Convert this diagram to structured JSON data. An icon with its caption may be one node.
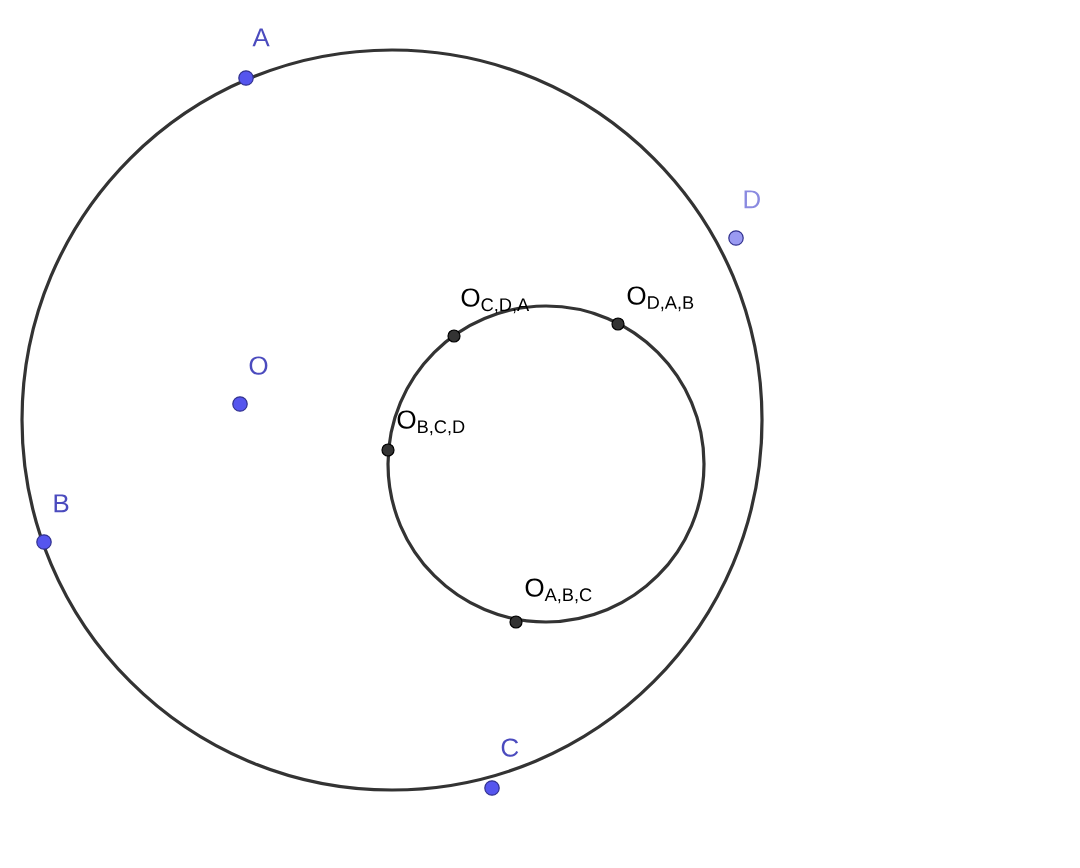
{
  "diagram": {
    "labels": [
      "A",
      "D",
      "O",
      "O$_{C,D,A}$",
      "O$_{D,A,B}$",
      "O$_{B,C,D}$",
      "B",
      "O$_{A,B,C}$",
      "C"
    ]
  }
}
